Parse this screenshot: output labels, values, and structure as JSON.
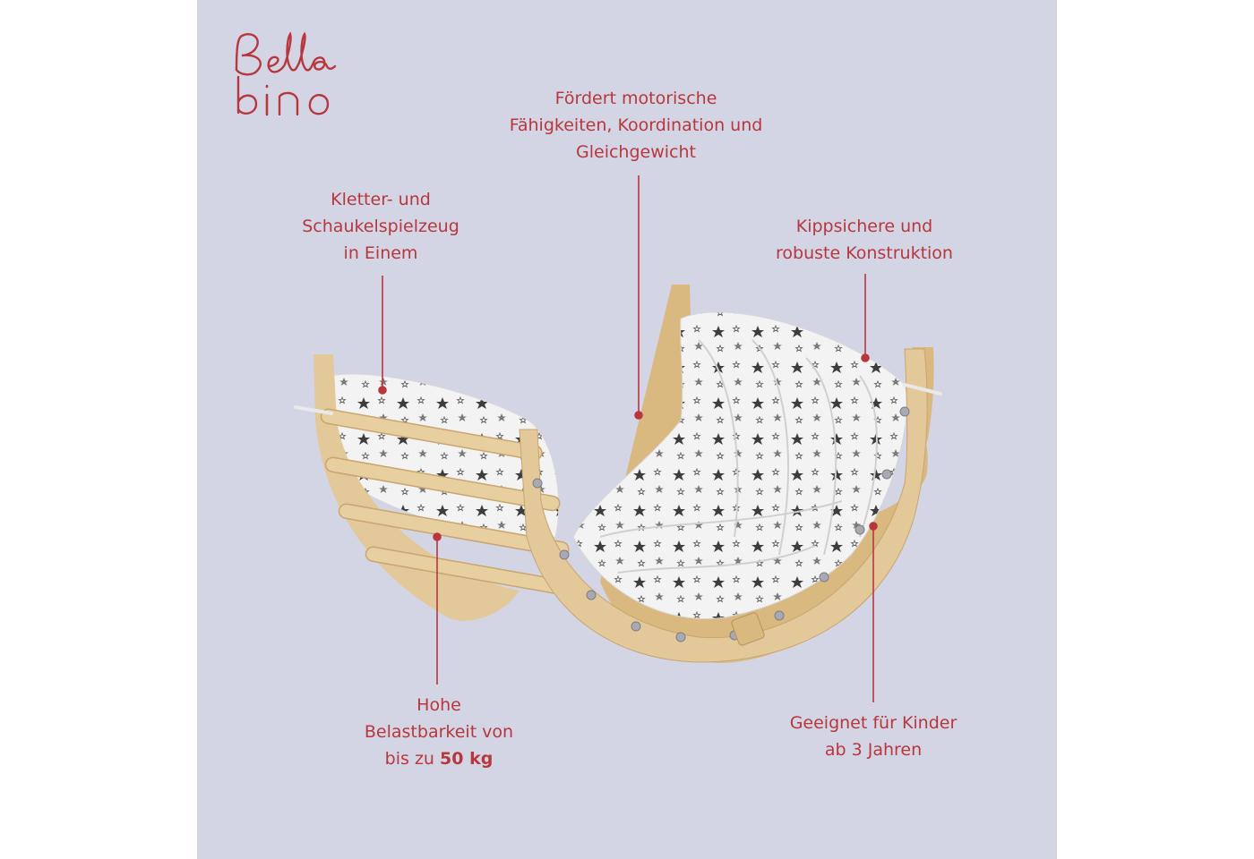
{
  "brand": {
    "logo_text_line1": "Bella",
    "logo_text_line2": "bino",
    "color": "#b7373d"
  },
  "background": {
    "panel_color": "#d4d5e4",
    "page_color": "#ffffff"
  },
  "callouts": {
    "motor": {
      "line1": "Fördert motorische",
      "line2": "Fähigkeiten, Koordination und",
      "line3": "Gleichgewicht"
    },
    "climb": {
      "line1": "Kletter- und",
      "line2": "Schaukelspielzeug",
      "line3": "in Einem"
    },
    "safe": {
      "line1": "Kippsichere und",
      "line2": "robuste Konstruktion"
    },
    "load": {
      "line1": "Hohe",
      "line2": "Belastbarkeit von",
      "line3_prefix": "bis zu ",
      "line3_bold": "50 kg"
    },
    "age": {
      "line1": "Geeignet für Kinder",
      "line2": "ab 3 Jahren"
    }
  },
  "colors": {
    "accent": "#b7373d",
    "wood": "#e3c89a",
    "wood_dark": "#c9a56f",
    "cushion": "#f3f3f3",
    "star": "#3d3d3d"
  }
}
